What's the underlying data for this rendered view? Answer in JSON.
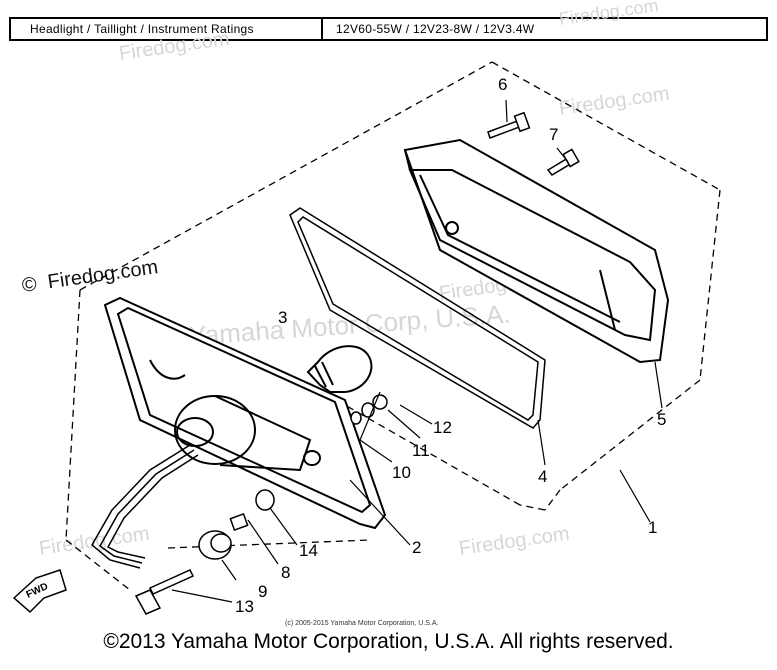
{
  "spec_table": {
    "label": "Headlight / Taillight / Instrument Ratings",
    "value": "12V60-55W / 12V23-8W / 12V3.4W"
  },
  "callouts": [
    "1",
    "2",
    "3",
    "4",
    "5",
    "6",
    "7",
    "8",
    "9",
    "10",
    "11",
    "12",
    "13",
    "14"
  ],
  "watermark": {
    "firedog": "Firedog.com",
    "copyright_symbol": "©",
    "faded": "Firedog.com",
    "yamaha": "Yamaha Motor Corp, U.S.A."
  },
  "fwd_label": "FWD",
  "credit_small": "(c) 2005-2015 Yamaha Motor Corporation, U.S.A.",
  "copyright_footer": "©2013 Yamaha Motor Corporation, U.S.A. All rights reserved."
}
